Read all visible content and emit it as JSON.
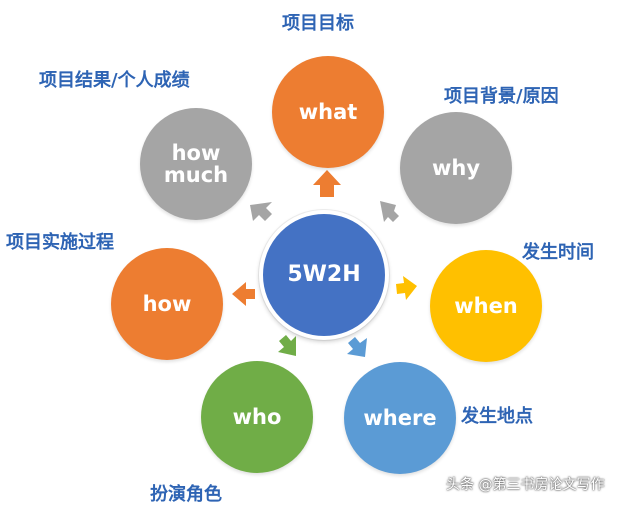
{
  "diagram": {
    "center": {
      "text": "5W2H",
      "color": "#4472c4"
    },
    "nodes": [
      {
        "key": "what",
        "text": "what",
        "color": "#ed7d31",
        "label": "项目目标"
      },
      {
        "key": "why",
        "text": "why",
        "color": "#a5a5a5",
        "label": "项目背景/原因"
      },
      {
        "key": "when",
        "text": "when",
        "color": "#ffc000",
        "label": "发生时间"
      },
      {
        "key": "where",
        "text": "where",
        "color": "#5b9bd5",
        "label": "发生地点"
      },
      {
        "key": "who",
        "text": "who",
        "color": "#70ad47",
        "label": "扮演角色"
      },
      {
        "key": "how",
        "text": "how",
        "color": "#ed7d31",
        "label": "项目实施过程"
      },
      {
        "key": "howmuch",
        "text": "how\nmuch",
        "color": "#a5a5a5",
        "label": "项目结果/个人成绩"
      }
    ]
  },
  "watermark": "头条 @第三书房论文写作"
}
